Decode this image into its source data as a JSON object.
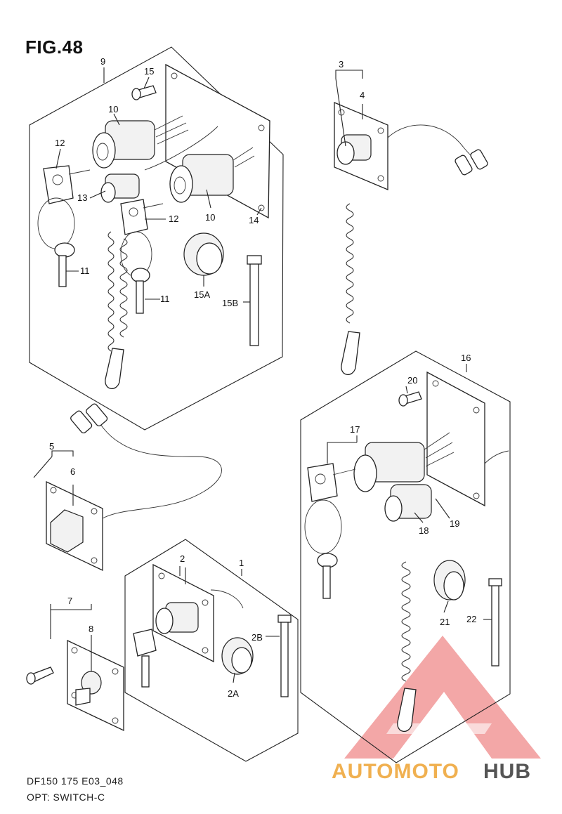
{
  "title": "FIG.48",
  "footer": {
    "code": "DF150 175 E03_048",
    "name": "OPT: SWITCH-C"
  },
  "callouts": {
    "p1": "1",
    "p2": "2",
    "p2a": "2A",
    "p2b": "2B",
    "p3": "3",
    "p4": "4",
    "p5": "5",
    "p6": "6",
    "p7": "7",
    "p8": "8",
    "p9": "9",
    "p10a": "10",
    "p10b": "10",
    "p11a": "11",
    "p11b": "11",
    "p12a": "12",
    "p12b": "12",
    "p13": "13",
    "p14": "14",
    "p15": "15",
    "p15a": "15A",
    "p15b": "15B",
    "p16": "16",
    "p17": "17",
    "p18": "18",
    "p19": "19",
    "p20": "20",
    "p21": "21",
    "p22": "22"
  },
  "watermark": {
    "part1": "AUTOMOTO",
    "part2": "HUB",
    "color_primary": "#f08a8a",
    "color_text1": "#f0b050",
    "color_text2": "#555555"
  }
}
